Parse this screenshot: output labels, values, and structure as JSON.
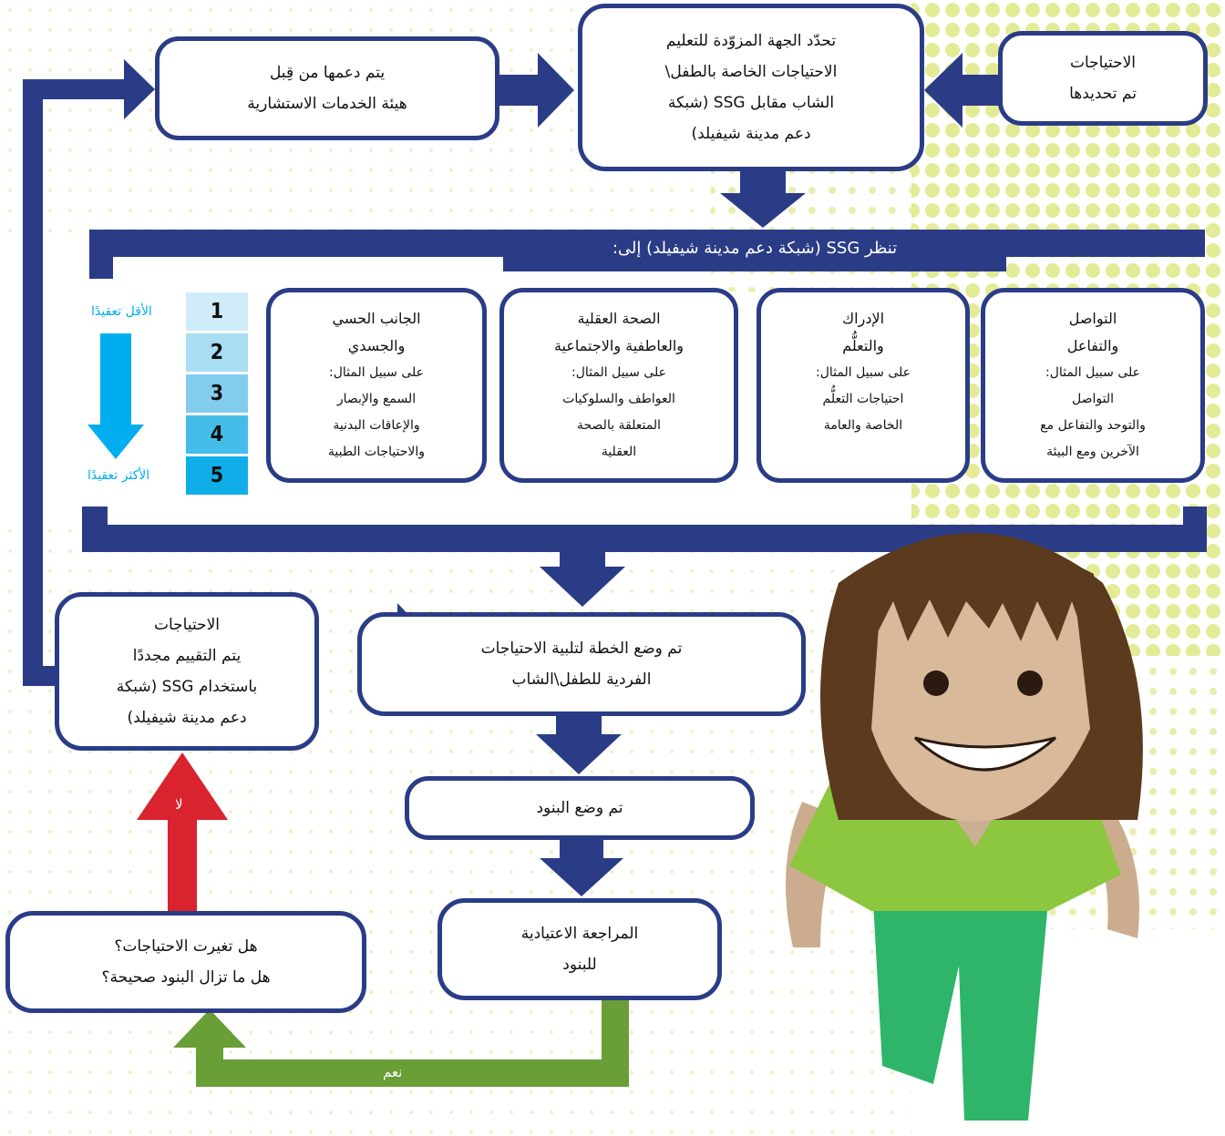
{
  "colors": {
    "navy": "#2b3c86",
    "dots": "#dfe88f",
    "red": "#d9232e",
    "green": "#6a9e36",
    "cyan": "#00aeef",
    "level_fills": [
      "#cfecf8",
      "#a9ddf3",
      "#82cdee",
      "#45bde9",
      "#10aee8"
    ]
  },
  "top": {
    "needs_identified": [
      "الاحتياجات",
      "تم تحديدها"
    ],
    "provider": [
      "تحدّد الجهة المزوّدة للتعليم",
      "الاحتياجات الخاصة بالطفل\\",
      "الشاب مقابل SSG (شبكة",
      "دعم مدينة شيفيلد)"
    ],
    "advisory": [
      "يتم دعمها من قِبل",
      "هيئة الخدمات الاستشارية"
    ]
  },
  "band_title": "تنظر SSG (شبكة دعم مدينة شيفيلد) إلى:",
  "categories": [
    {
      "title": [
        "التواصل",
        "والتفاعل"
      ],
      "example": [
        "على سبيل المثال:",
        "التواصل",
        "والتوحد والتفاعل مع",
        "الآخرين ومع البيئة"
      ]
    },
    {
      "title": [
        "الإدراك",
        "والتعلُّم"
      ],
      "example": [
        "على سبيل المثال:",
        "احتياجات التعلُّم",
        "الخاصة والعامة"
      ]
    },
    {
      "title": [
        "الصحة العقلية",
        "والعاطفية والاجتماعية"
      ],
      "example": [
        "على سبيل المثال:",
        "العواطف والسلوكيات",
        "المتعلقة بالصحة",
        "العقلية"
      ]
    },
    {
      "title": [
        "الجانب الحسي",
        "والجسدي"
      ],
      "example": [
        "على سبيل المثال:",
        "السمع والإبصار",
        "والإعاقات البدنية",
        "والاحتياجات الطبية"
      ]
    }
  ],
  "levels": [
    "1",
    "2",
    "3",
    "4",
    "5"
  ],
  "level_labels": {
    "least": "الأقل تعقيدًا",
    "most": "الأكثر تعقيدًا"
  },
  "plan": [
    "تم وضع الخطة لتلبية الاحتياجات",
    "الفردية للطفل\\الشاب"
  ],
  "provision": "تم وضع البنود",
  "review": [
    "المراجعة الاعتيادية",
    "للبنود"
  ],
  "question": [
    "هل تغيرت الاحتياجات؟",
    "هل ما تزال البنود صحيحة؟"
  ],
  "reassess": [
    "الاحتياجات",
    "يتم التقييم مجددًا",
    "باستخدام SSG (شبكة",
    "دعم مدينة شيفيلد)"
  ],
  "no_label": "لا",
  "yes_label": "نعم"
}
